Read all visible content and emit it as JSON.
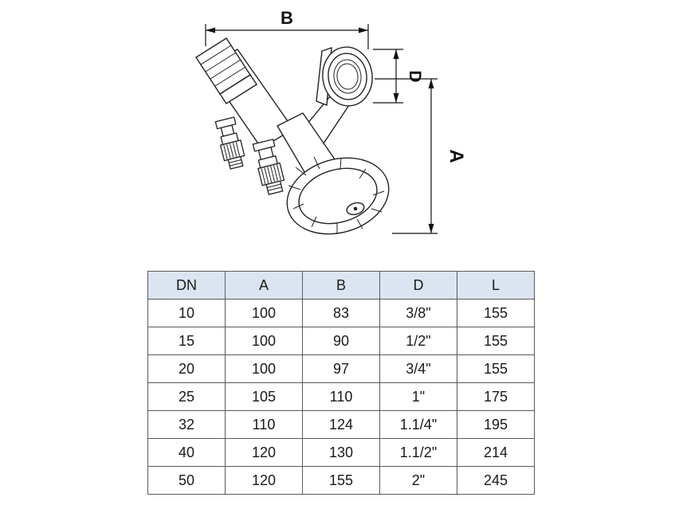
{
  "diagram": {
    "labels": {
      "B": "B",
      "D": "D",
      "A": "A"
    }
  },
  "table": {
    "headers": [
      "DN",
      "A",
      "B",
      "D",
      "L"
    ],
    "rows": [
      [
        "10",
        "100",
        "83",
        "3/8\"",
        "155"
      ],
      [
        "15",
        "100",
        "90",
        "1/2\"",
        "155"
      ],
      [
        "20",
        "100",
        "97",
        "3/4\"",
        "155"
      ],
      [
        "25",
        "105",
        "110",
        "1\"",
        "175"
      ],
      [
        "32",
        "110",
        "124",
        "1.1/4\"",
        "195"
      ],
      [
        "40",
        "120",
        "130",
        "1.1/2\"",
        "214"
      ],
      [
        "50",
        "120",
        "155",
        "2\"",
        "245"
      ]
    ]
  }
}
